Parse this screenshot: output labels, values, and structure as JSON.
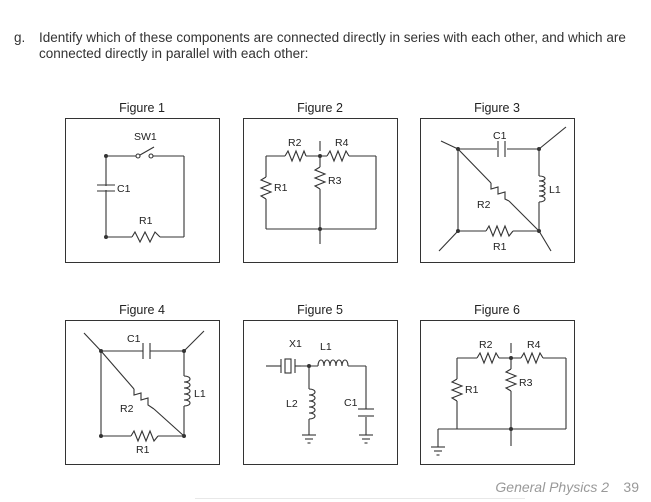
{
  "question": {
    "number": "g.",
    "text": "Identify which of these components are connected directly in series with each other, and which are connected directly in parallel with each other:"
  },
  "figures": [
    {
      "title": "Figure 1",
      "labels": {
        "sw1": "SW1",
        "c1": "C1",
        "r1": "R1"
      }
    },
    {
      "title": "Figure 2",
      "labels": {
        "r2": "R2",
        "r4": "R4",
        "r1": "R1",
        "r3": "R3"
      }
    },
    {
      "title": "Figure 3",
      "labels": {
        "c1": "C1",
        "l1": "L1",
        "r2": "R2",
        "r1": "R1"
      }
    },
    {
      "title": "Figure 4",
      "labels": {
        "c1": "C1",
        "r2": "R2",
        "l1": "L1",
        "r1": "R1"
      }
    },
    {
      "title": "Figure 5",
      "labels": {
        "x1": "X1",
        "l1": "L1",
        "l2": "L2",
        "c1": "C1"
      }
    },
    {
      "title": "Figure 6",
      "labels": {
        "r2": "R2",
        "r4": "R4",
        "r1": "R1",
        "r3": "R3"
      }
    }
  ],
  "footer": {
    "book": "General Physics 2",
    "page": "39"
  }
}
